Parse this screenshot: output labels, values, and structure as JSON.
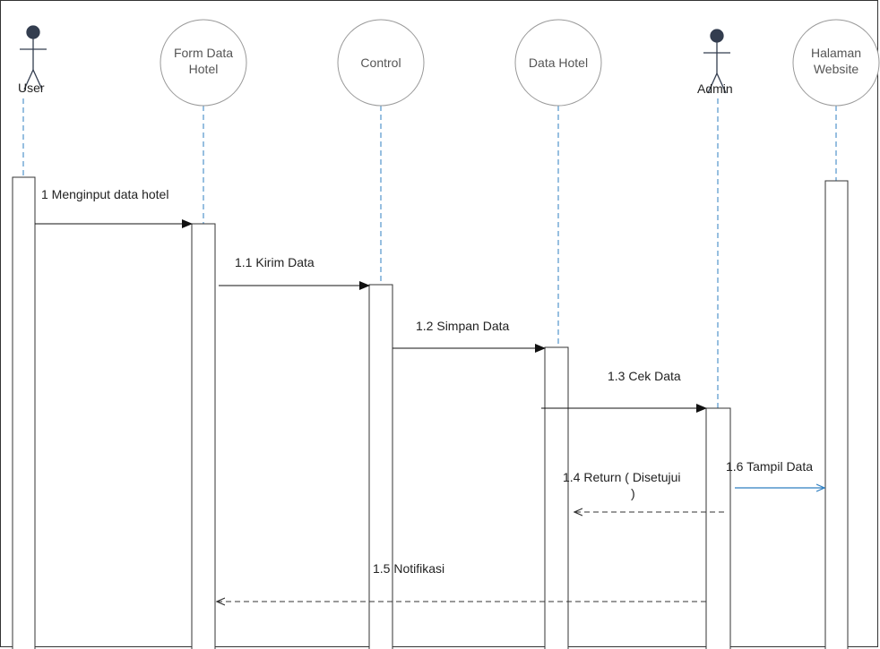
{
  "participants": {
    "user": "User",
    "form_data_hotel": [
      "Form Data",
      "Hotel"
    ],
    "control": "Control",
    "data_hotel": "Data Hotel",
    "admin": "Admin",
    "halaman_website": [
      "Halaman",
      "Website"
    ]
  },
  "messages": {
    "m1": "1  Menginput data hotel",
    "m1_1": "1.1 Kirim Data",
    "m1_2": "1.2 Simpan Data",
    "m1_3": "1.3 Cek Data",
    "m1_4": [
      "1.4 Return ( Disetujui",
      ")"
    ],
    "m1_5": "1.5 Notifikasi",
    "m1_6": "1.6 Tampil Data"
  },
  "colors": {
    "actor": "#333d4f",
    "lifeline": "#2f7fc1",
    "arrow": "#111111",
    "return_arrow": "#333333",
    "highlight_arrow": "#2f7fc1"
  }
}
